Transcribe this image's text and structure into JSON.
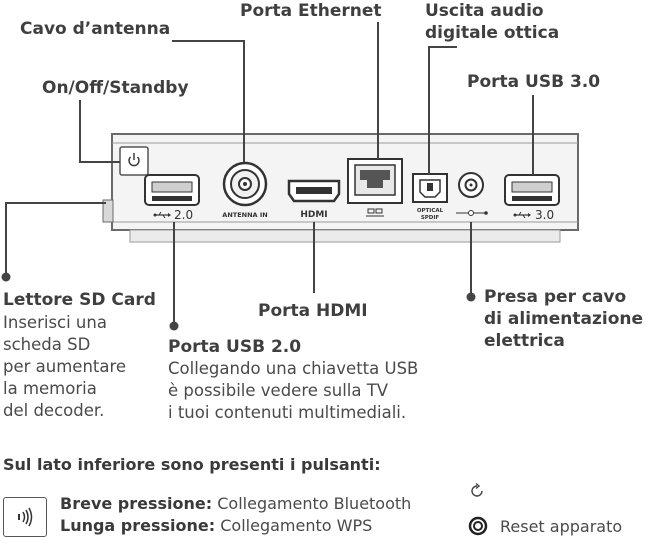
{
  "labels": {
    "cavo_antenna": "Cavo d’antenna",
    "porta_ethernet": "Porta Ethernet",
    "uscita_audio_1": "Uscita audio",
    "uscita_audio_2": "digitale ottica",
    "on_off": "On/Off/Standby",
    "porta_usb3": "Porta USB 3.0",
    "lettore_sd": "Lettore SD Card",
    "lettore_sd_desc": [
      "Inserisci una",
      "scheda SD",
      "per aumentare",
      "la memoria",
      "del decoder."
    ],
    "porta_hdmi": "Porta HDMI",
    "porta_usb2": "Porta USB 2.0",
    "porta_usb2_desc": [
      "Collegando una chiavetta USB",
      "è possibile vedere sulla TV",
      "i tuoi contenuti multimediali."
    ],
    "presa_1": "Presa per cavo",
    "presa_2": "di alimentazione",
    "presa_3": "elettrica"
  },
  "device": {
    "antenna_in": "ANTENNA IN",
    "hdmi": "HDMI",
    "optical_1": "OPTICAL",
    "optical_2": "SPDIF",
    "usb2": "2.0",
    "usb3": "3.0"
  },
  "bottom": {
    "heading": "Sul lato inferiore sono presenti i pulsanti:",
    "short_press_label": "Breve pressione:",
    "short_press_text": "Collegamento Bluetooth",
    "long_press_label": "Lunga pressione:",
    "long_press_text": "Collegamento WPS",
    "reset_text": "Reset apparato"
  },
  "icons": [
    "power-icon",
    "bluetooth-wps-icon",
    "reset-arrow-icon",
    "reset-button-icon",
    "usb-icon",
    "ethernet-icon",
    "dc-power-icon"
  ]
}
